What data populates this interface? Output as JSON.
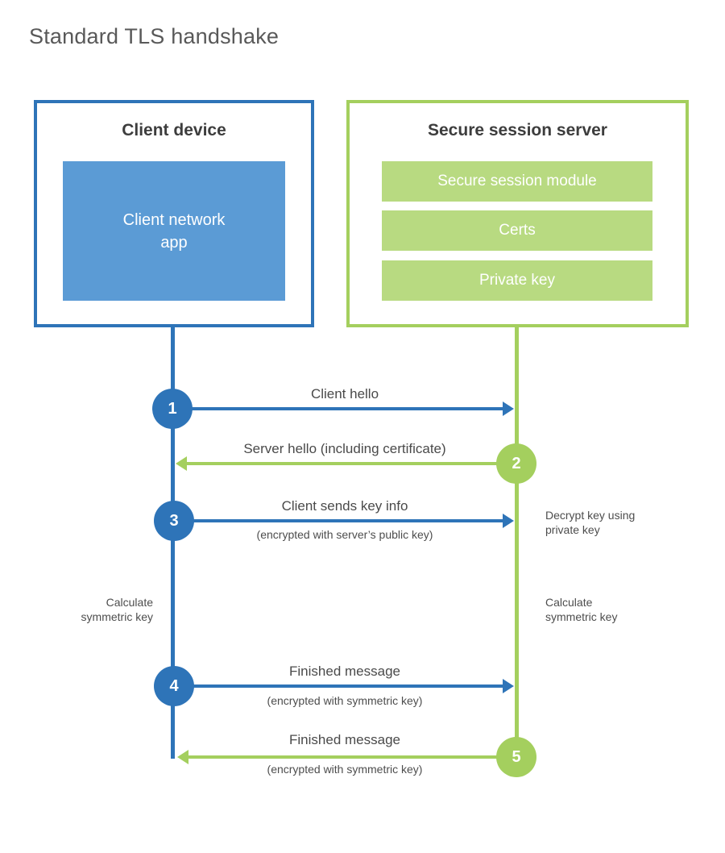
{
  "page": {
    "title": "Standard TLS handshake"
  },
  "colors": {
    "client_blue": "#2e74b8",
    "client_fill_blue": "#5b9bd5",
    "server_green": "#a4cf5e",
    "server_fill_green": "#b8da81",
    "heading_text": "#3d3d3d",
    "body_text": "#4a4a4a",
    "title_text": "#595959"
  },
  "client_box": {
    "title": "Client device",
    "app_label": "Client network app"
  },
  "server_box": {
    "title": "Secure session server",
    "modules": [
      "Secure session module",
      "Certs",
      "Private key"
    ]
  },
  "steps": [
    {
      "num": "1",
      "label": "Client hello",
      "sub": "",
      "direction": "client-to-server",
      "color": "blue"
    },
    {
      "num": "2",
      "label": "Server hello (including certificate)",
      "sub": "",
      "direction": "server-to-client",
      "color": "green"
    },
    {
      "num": "3",
      "label": "Client sends key info",
      "sub": "(encrypted with server’s public key)",
      "direction": "client-to-server",
      "color": "blue"
    },
    {
      "num": "4",
      "label": "Finished message",
      "sub": "(encrypted with symmetric key)",
      "direction": "client-to-server",
      "color": "blue"
    },
    {
      "num": "5",
      "label": "Finished message",
      "sub": "(encrypted with symmetric key)",
      "direction": "server-to-client",
      "color": "green"
    }
  ],
  "notes": {
    "decrypt": "Decrypt key using private key",
    "calculate_left": "Calculate symmetric key",
    "calculate_right": "Calculate symmetric key"
  }
}
